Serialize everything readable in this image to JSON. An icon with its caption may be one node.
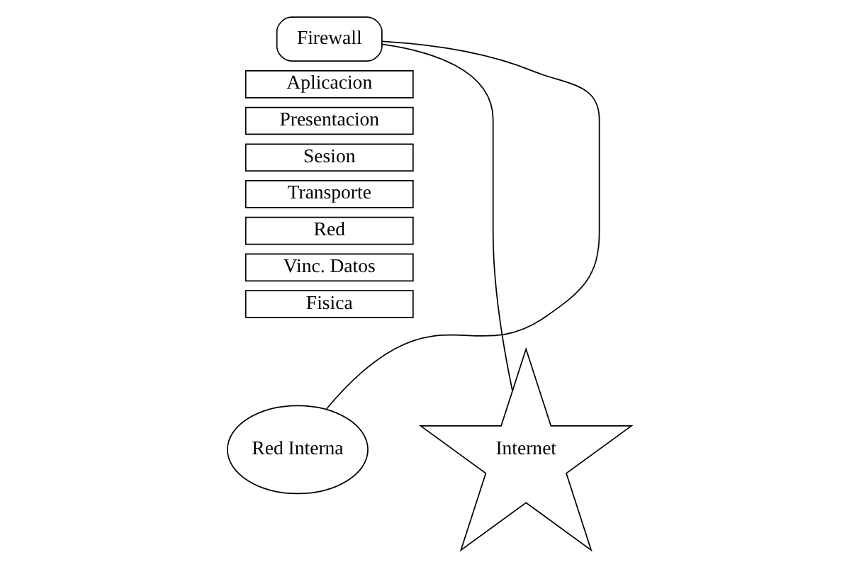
{
  "diagram": {
    "nodes": [
      {
        "text": [
          "Firewall"
        ]
      },
      {
        "text": [
          "Aplicacion"
        ]
      },
      {
        "text": [
          "Presentacion"
        ]
      },
      {
        "text": [
          "Sesion"
        ]
      },
      {
        "text": [
          "Transporte"
        ]
      },
      {
        "text": [
          "Red"
        ]
      },
      {
        "text": [
          "Vinc. Datos"
        ]
      },
      {
        "text": [
          "Fisica"
        ]
      },
      {
        "text": [
          "Red Interna"
        ]
      },
      {
        "text": [
          "Internet"
        ]
      }
    ],
    "edges": [
      {
        "from": 8,
        "to": 0,
        "arrow": "none"
      },
      {
        "from": 0,
        "to": 9,
        "arrow": "none"
      }
    ]
  }
}
